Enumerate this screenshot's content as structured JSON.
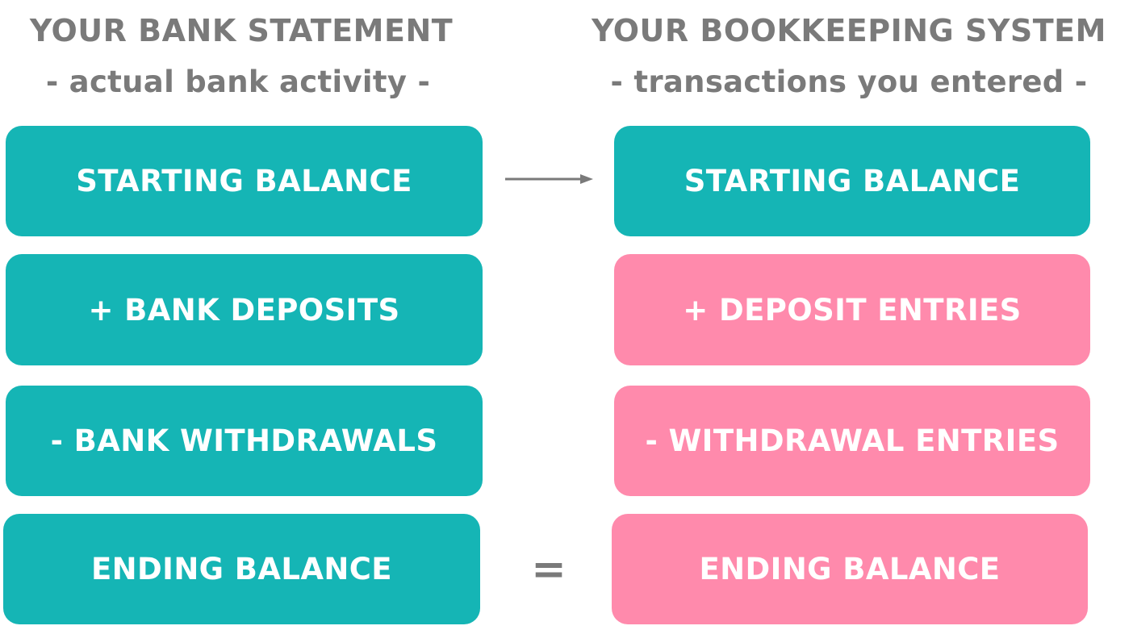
{
  "left": {
    "title": "YOUR BANK STATEMENT",
    "subtitle": "- actual bank activity -",
    "boxes": [
      {
        "label": "STARTING BALANCE",
        "color": "#15b5b5"
      },
      {
        "label": "+ BANK DEPOSITS",
        "color": "#15b5b5"
      },
      {
        "label": "- BANK WITHDRAWALS",
        "color": "#15b5b5"
      },
      {
        "label": "ENDING BALANCE",
        "color": "#15b5b5"
      }
    ]
  },
  "right": {
    "title": "YOUR BOOKKEEPING SYSTEM",
    "subtitle": "- transactions you entered -",
    "boxes": [
      {
        "label": "STARTING BALANCE",
        "color": "#15b5b5"
      },
      {
        "label": "+ DEPOSIT ENTRIES",
        "color": "#ff8aac"
      },
      {
        "label": "- WITHDRAWAL ENTRIES",
        "color": "#ff8aac"
      },
      {
        "label": "ENDING BALANCE",
        "color": "#ff8aac"
      }
    ]
  },
  "connectors": {
    "arrow_icon": "right-arrow-icon",
    "equals_symbol": "="
  },
  "colors": {
    "heading_text": "#7a7a7a",
    "teal": "#15b5b5",
    "pink": "#ff8aac",
    "box_text": "#ffffff"
  }
}
